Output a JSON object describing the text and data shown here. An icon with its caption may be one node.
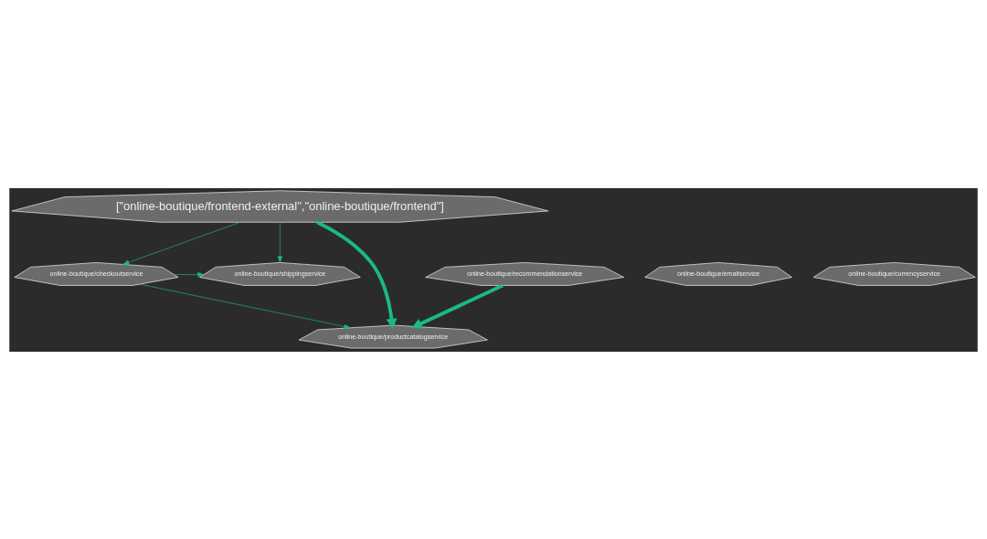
{
  "diagram": {
    "nodes": [
      {
        "text": [
          "[\"online-boutique/frontend-external\",\"online-boutique/frontend\"]"
        ]
      },
      {
        "text": [
          "online-boutique/emailservice"
        ]
      },
      {
        "text": [
          "online-boutique/recommendationservice"
        ]
      },
      {
        "text": [
          "online-boutique/shippingservice"
        ]
      },
      {
        "text": [
          "online-boutique/currencyservice"
        ]
      },
      {
        "text": [
          "online-boutique/checkoutservice"
        ]
      },
      {
        "text": [
          "online-boutique/productcatalogservice"
        ]
      }
    ],
    "edges": [
      {
        "from": 0,
        "to": 6,
        "arrow": "to",
        "style": "thick"
      },
      {
        "from": 0,
        "to": 3,
        "arrow": "to"
      },
      {
        "from": 0,
        "to": 5,
        "arrow": "to"
      },
      {
        "from": 2,
        "to": 6,
        "arrow": "to",
        "style": "thick"
      },
      {
        "from": 5,
        "to": 3,
        "arrow": "to"
      },
      {
        "from": 5,
        "to": 6,
        "arrow": "to"
      }
    ]
  }
}
